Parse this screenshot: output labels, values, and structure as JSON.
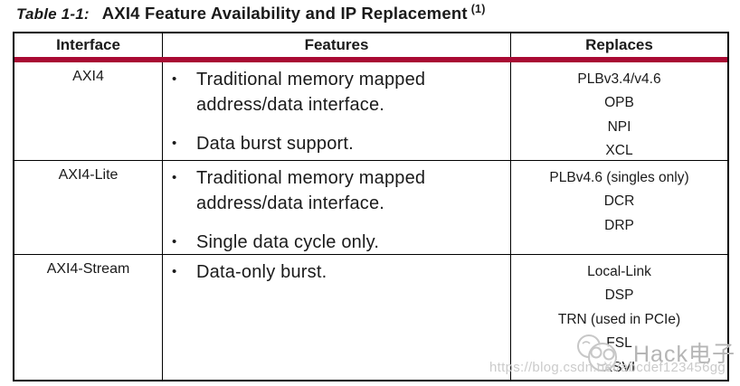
{
  "title": {
    "label": "Table 1-1:",
    "text": "AXI4 Feature Availability and IP Replacement",
    "footnote": "(1)"
  },
  "glyphs": {
    "bullet": "•"
  },
  "table": {
    "headers": [
      "Interface",
      "Features",
      "Replaces"
    ],
    "rows": [
      {
        "interface": "AXI4",
        "features": [
          "Traditional memory mapped address/data interface.",
          "Data burst support."
        ],
        "replaces": [
          "PLBv3.4/v4.6",
          "OPB",
          "NPI",
          "XCL"
        ]
      },
      {
        "interface": "AXI4-Lite",
        "features": [
          "Traditional memory mapped address/data interface.",
          "Single data cycle only."
        ],
        "replaces": [
          "PLBv4.6 (singles only)",
          "DCR",
          "DRP"
        ]
      },
      {
        "interface": "AXI4-Stream",
        "features": [
          "Data-only burst."
        ],
        "replaces": [
          "Local-Link",
          "DSP",
          "TRN (used in PCIe)",
          "FSL",
          "XSVI"
        ]
      }
    ]
  },
  "watermark": {
    "brand": "Hack电子",
    "url": "https://blog.csdn.net/abcdef123456gg"
  },
  "colors": {
    "header_rule": "#a90a33",
    "table_border": "#000000",
    "text": "#1a1a1a",
    "watermark_gray": "#b5b5b5"
  }
}
